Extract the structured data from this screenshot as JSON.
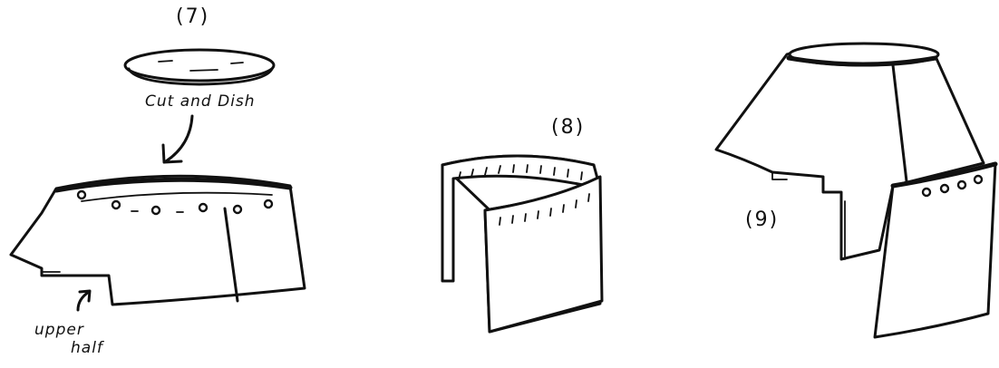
{
  "steps": {
    "step7": {
      "label": "(7)",
      "note": "Cut and Dish"
    },
    "step8": {
      "label": "(8)"
    },
    "step9": {
      "label": "(9)"
    }
  },
  "annotations": {
    "upper_half_line1": "upper",
    "upper_half_line2": "half"
  }
}
